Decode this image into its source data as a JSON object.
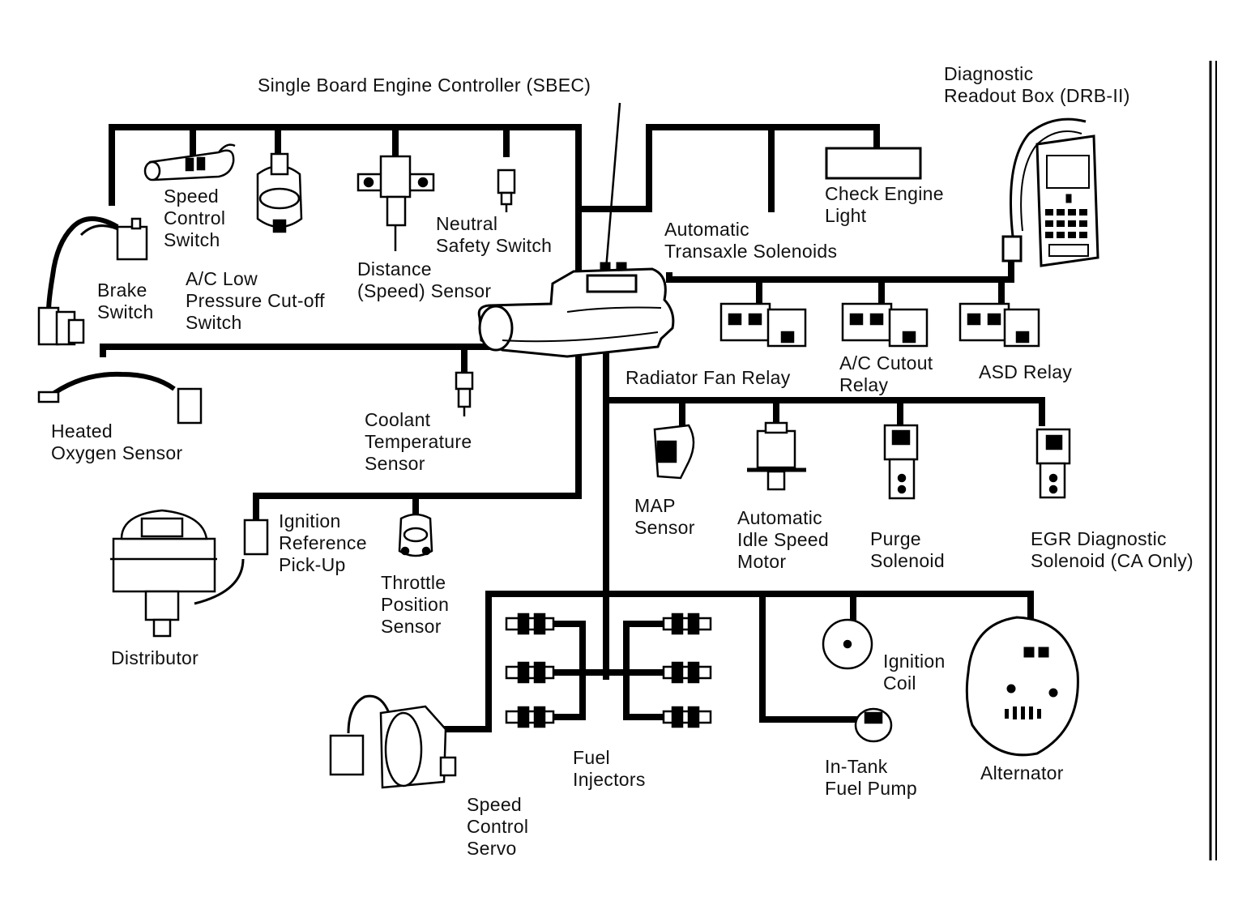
{
  "labels": {
    "sbec": [
      "Single Board Engine Controller (SBEC)"
    ],
    "drb": [
      "Diagnostic",
      "Readout Box (DRB-II)"
    ],
    "check_engine": [
      "Check Engine",
      "Light"
    ],
    "transaxle": [
      "Automatic",
      "Transaxle Solenoids"
    ],
    "speed_control_switch": [
      "Speed",
      "Control",
      "Switch"
    ],
    "neutral_safety": [
      "Neutral",
      "Safety Switch"
    ],
    "brake_switch": [
      "Brake",
      "Switch"
    ],
    "ac_low_pressure": [
      "A/C Low",
      "Pressure Cut-off",
      "Switch"
    ],
    "distance_sensor": [
      "Distance",
      "(Speed) Sensor"
    ],
    "radiator_fan_relay": [
      "Radiator Fan Relay"
    ],
    "ac_cutout_relay": [
      "A/C Cutout",
      "Relay"
    ],
    "asd_relay": [
      "ASD Relay"
    ],
    "heated_oxygen": [
      "Heated",
      "Oxygen Sensor"
    ],
    "coolant_temp": [
      "Coolant",
      "Temperature",
      "Sensor"
    ],
    "map_sensor": [
      "MAP",
      "Sensor"
    ],
    "idle_speed_motor": [
      "Automatic",
      "Idle Speed",
      "Motor"
    ],
    "purge_solenoid": [
      "Purge",
      "Solenoid"
    ],
    "egr_solenoid": [
      "EGR Diagnostic",
      "Solenoid (CA Only)"
    ],
    "ignition_pickup": [
      "Ignition",
      "Reference",
      "Pick-Up"
    ],
    "throttle_position": [
      "Throttle",
      "Position",
      "Sensor"
    ],
    "distributor": [
      "Distributor"
    ],
    "ignition_coil": [
      "Ignition",
      "Coil"
    ],
    "fuel_injectors": [
      "Fuel",
      "Injectors"
    ],
    "in_tank_fuel_pump": [
      "In-Tank",
      "Fuel Pump"
    ],
    "alternator": [
      "Alternator"
    ],
    "speed_control_servo": [
      "Speed",
      "Control",
      "Servo"
    ]
  }
}
